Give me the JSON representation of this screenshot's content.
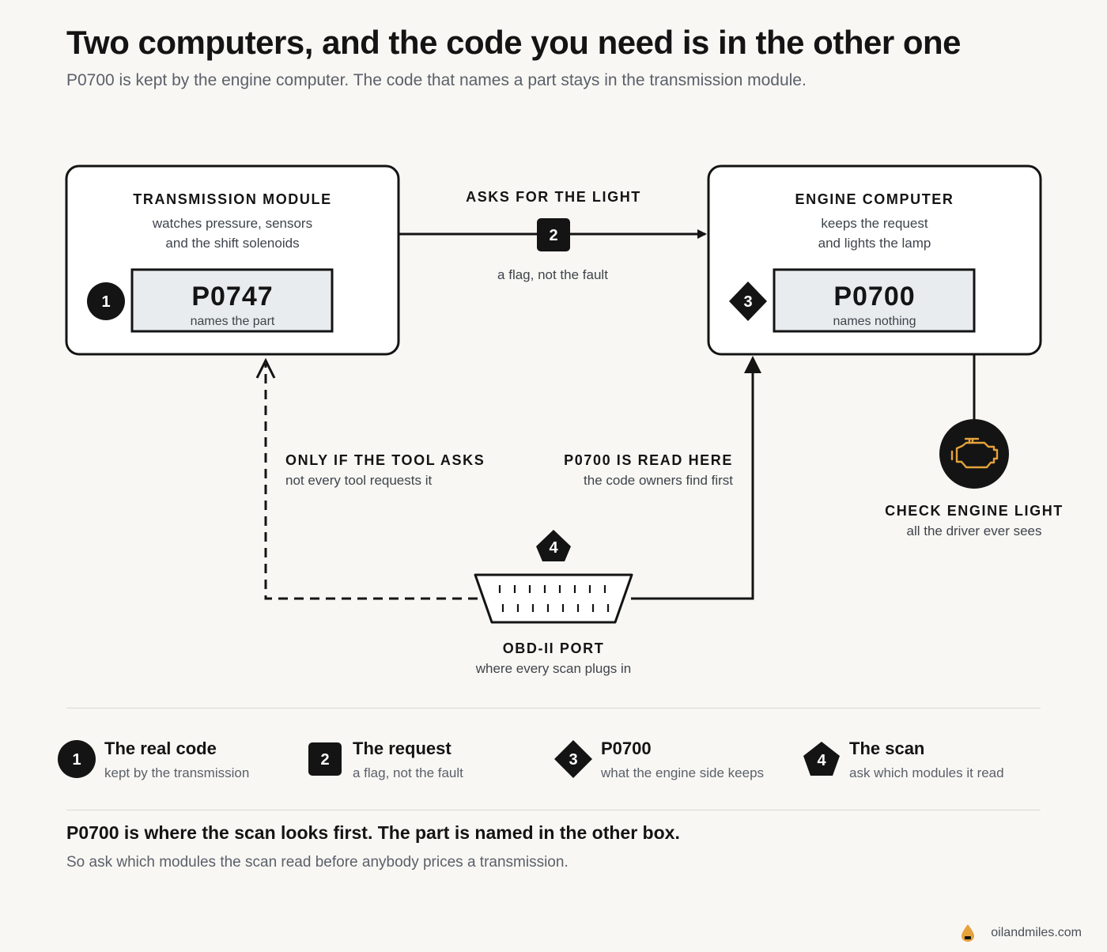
{
  "header": {
    "title": "Two computers, and the code you need is in the other one",
    "subtitle": "P0700 is kept by the engine computer. The code that names a part stays in the transmission module."
  },
  "transmission": {
    "title": "TRANSMISSION MODULE",
    "desc_line1": "watches pressure, sensors",
    "desc_line2": "and the shift solenoids",
    "code": "P0747",
    "code_sub": "names the part",
    "marker": "1"
  },
  "engine": {
    "title": "ENGINE COMPUTER",
    "desc_line1": "keeps the request",
    "desc_line2": "and lights the lamp",
    "code": "P0700",
    "code_sub": "names nothing",
    "marker": "3"
  },
  "request_arrow": {
    "label": "ASKS FOR THE LIGHT",
    "sub": "a flag, not the fault",
    "marker": "2"
  },
  "check_engine": {
    "title": "CHECK ENGINE LIGHT",
    "sub": "all the driver ever sees",
    "icon": "engine-icon",
    "icon_color": "#e6a23c"
  },
  "dashed_path": {
    "label": "ONLY IF THE TOOL ASKS",
    "sub": "not every tool requests it"
  },
  "solid_path": {
    "label": "P0700 IS READ HERE",
    "sub": "the code owners find first"
  },
  "port": {
    "title": "OBD-II PORT",
    "sub": "where every scan plugs in",
    "marker": "4"
  },
  "legend": [
    {
      "marker": "1",
      "shape": "circle",
      "title": "The real code",
      "sub": "kept by the transmission"
    },
    {
      "marker": "2",
      "shape": "square",
      "title": "The request",
      "sub": "a flag, not the fault"
    },
    {
      "marker": "3",
      "shape": "diamond",
      "title": "P0700",
      "sub": "what the engine side keeps"
    },
    {
      "marker": "4",
      "shape": "pentagon",
      "title": "The scan",
      "sub": "ask which modules it read"
    }
  ],
  "conclusion": {
    "title": "P0700 is where the scan looks first. The part is named in the other box.",
    "sub": "So ask which modules the scan read before anybody prices a transmission."
  },
  "footer": {
    "brand": "oilandmiles.com",
    "logo_icon": "oil-drop-icon",
    "logo_color": "#e6a23c"
  },
  "colors": {
    "ink": "#141414",
    "code_box": "#e9ecef",
    "background": "#f8f7f4",
    "muted": "#5b6069"
  }
}
